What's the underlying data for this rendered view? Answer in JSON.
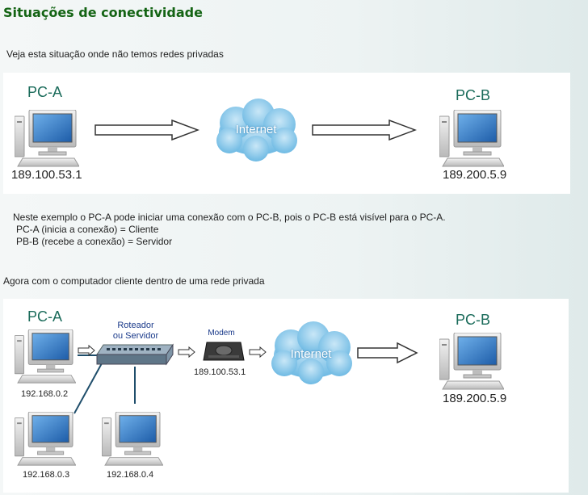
{
  "page": {
    "title": "Situações de conectividade",
    "intro": "Veja esta situação onde não temos redes privadas",
    "explanation": [
      "Neste exemplo o PC-A pode iniciar uma conexão com o PC-B, pois o PC-B está visível para o PC-A.",
      "PC-A (inicia a conexão) = Cliente",
      "PB-B (recebe a conexão) = Servidor"
    ],
    "section2": "Agora com o computador cliente dentro de uma rede privada"
  },
  "diagram1": {
    "pc_a": "PC-A",
    "pc_a_ip": "189.100.53.1",
    "cloud": "Internet",
    "pc_b": "PC-B",
    "pc_b_ip": "189.200.5.9"
  },
  "diagram2": {
    "pc_a": "PC-A",
    "pc_a_ip": "192.168.0.2",
    "pc_3_ip": "192.168.0.3",
    "pc_4_ip": "192.168.0.4",
    "router": "Roteador\nou Servidor",
    "modem": "Modem",
    "modem_ip": "189.100.53.1",
    "cloud": "Internet",
    "pc_b": "PC-B",
    "pc_b_ip": "189.200.5.9"
  },
  "colors": {
    "title": "#146414",
    "pc_label": "#1a6b5a",
    "cloud": "#8ec9ea",
    "screen": "#2a6fc0",
    "link": "#1f4e6b"
  }
}
